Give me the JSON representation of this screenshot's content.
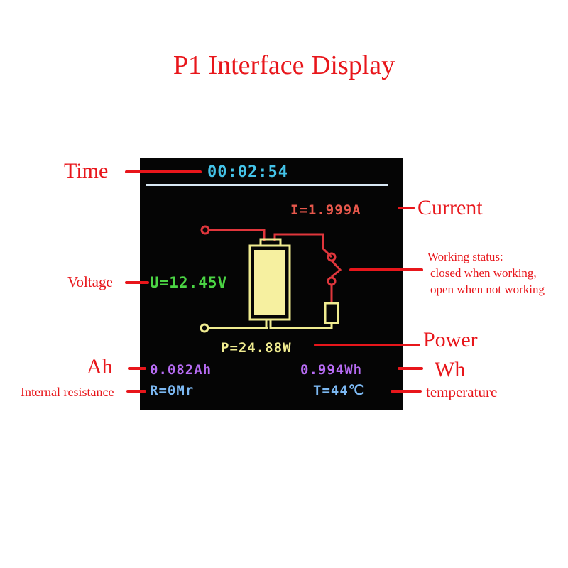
{
  "title": "P1 Interface Display",
  "colors": {
    "annotation": "#e8161b",
    "time": "#44c3e8",
    "current": "#e8584c",
    "voltage": "#4bd444",
    "power": "#f0ec90",
    "capacity": "#b86cf5",
    "resistance": "#7cb8f2",
    "temperature": "#7cb8f2",
    "circuit_red": "#e0363c",
    "battery_fill": "#f6f0a0",
    "screen_bg": "#050505"
  },
  "labels": {
    "time": "Time",
    "current": "Current",
    "status_title": "Working status:",
    "status_line1": "closed when working,",
    "status_line2": "open when not working",
    "voltage": "Voltage",
    "power": "Power",
    "ah": "Ah",
    "wh": "Wh",
    "resistance": "Internal resistance",
    "temperature": "temperature"
  },
  "display": {
    "time": "00:02:54",
    "current": "I=1.999A",
    "voltage": "U=12.45V",
    "power": "P=24.88W",
    "ah": "0.082Ah",
    "wh": "0.994Wh",
    "resistance": "R=0Mr",
    "temperature": "T=44℃"
  }
}
